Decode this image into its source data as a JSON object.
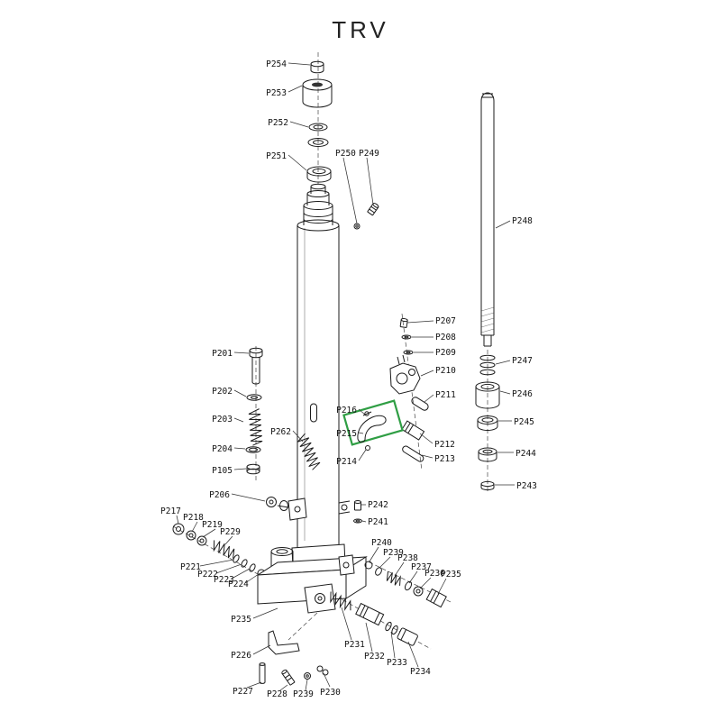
{
  "title": "TRV",
  "colors": {
    "highlight": "#2f9e44",
    "line": "#1b1b1b",
    "background": "#ffffff"
  },
  "labels": {
    "p201": "P201",
    "p202": "P202",
    "p203": "P203",
    "p204": "P204",
    "p105": "P105",
    "p206": "P206",
    "p207": "P207",
    "p208": "P208",
    "p209": "P209",
    "p210": "P210",
    "p211": "P211",
    "p212": "P212",
    "p213": "P213",
    "p214": "P214",
    "p215": "P215",
    "p216": "P216",
    "p217": "P217",
    "p218": "P218",
    "p219": "P219",
    "p229a": "P229",
    "p221": "P221",
    "p222": "P222",
    "p223": "P223",
    "p224": "P224",
    "p226": "P226",
    "p227": "P227",
    "p228": "P228",
    "p239b": "P239",
    "p230": "P230",
    "p231": "P231",
    "p232": "P232",
    "p233": "P233",
    "p234": "P234",
    "p235b": "P235",
    "p240": "P240",
    "p239a": "P239",
    "p238": "P238",
    "p237": "P237",
    "p236": "P236",
    "p235a": "P235",
    "p241": "P241",
    "p242": "P242",
    "p243": "P243",
    "p244": "P244",
    "p245": "P245",
    "p246": "P246",
    "p247": "P247",
    "p248": "P248",
    "p249": "P249",
    "p250": "P250",
    "p251": "P251",
    "p252": "P252",
    "p253": "P253",
    "p254": "P254",
    "p262": "P262"
  }
}
